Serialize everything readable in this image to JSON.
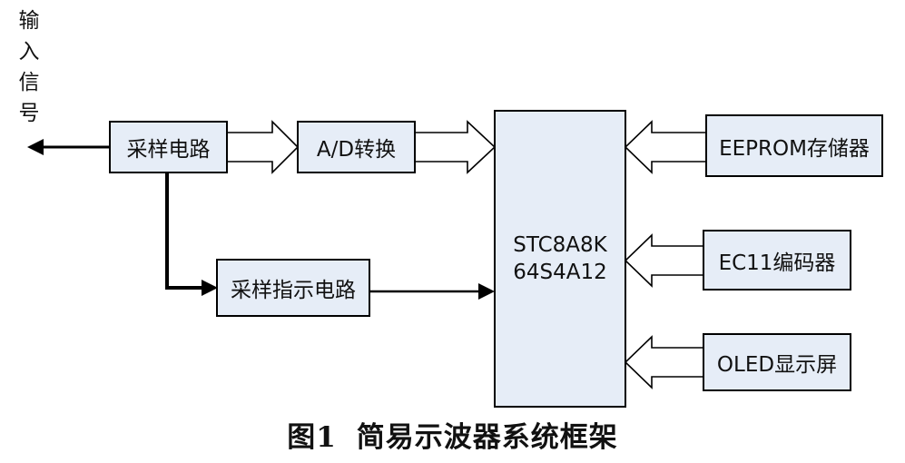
{
  "diagram": {
    "input_label_chars": [
      "输",
      "入",
      "信",
      "号"
    ],
    "blocks": {
      "sampling_circuit": "采样电路",
      "ad_converter": "A/D转换",
      "mcu_line1": "STC8A8K",
      "mcu_line2": "64S4A12",
      "eeprom": "EEPROM存储器",
      "encoder": "EC11编码器",
      "oled": "OLED显示屏",
      "sampling_indicator": "采样指示电路"
    },
    "caption": {
      "figure_number": "图1",
      "title": "简易示波器系统框架"
    }
  }
}
